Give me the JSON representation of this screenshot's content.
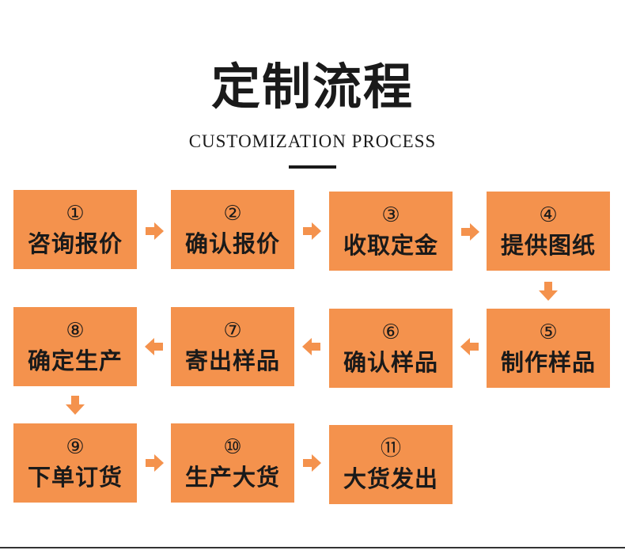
{
  "title": "定制流程",
  "subtitle": "CUSTOMIZATION PROCESS",
  "colors": {
    "box": "#f4924d",
    "text": "#1a1a1a",
    "arrow": "#f4924d"
  },
  "steps": [
    {
      "num": "①",
      "label": "咨询报价"
    },
    {
      "num": "②",
      "label": "确认报价"
    },
    {
      "num": "③",
      "label": "收取定金"
    },
    {
      "num": "④",
      "label": "提供图纸"
    },
    {
      "num": "⑤",
      "label": "制作样品"
    },
    {
      "num": "⑥",
      "label": "确认样品"
    },
    {
      "num": "⑦",
      "label": "寄出样品"
    },
    {
      "num": "⑧",
      "label": "确定生产"
    },
    {
      "num": "⑨",
      "label": "下单订货"
    },
    {
      "num": "⑩",
      "label": "生产大货"
    },
    {
      "num": "⑪",
      "label": "大货发出"
    }
  ]
}
